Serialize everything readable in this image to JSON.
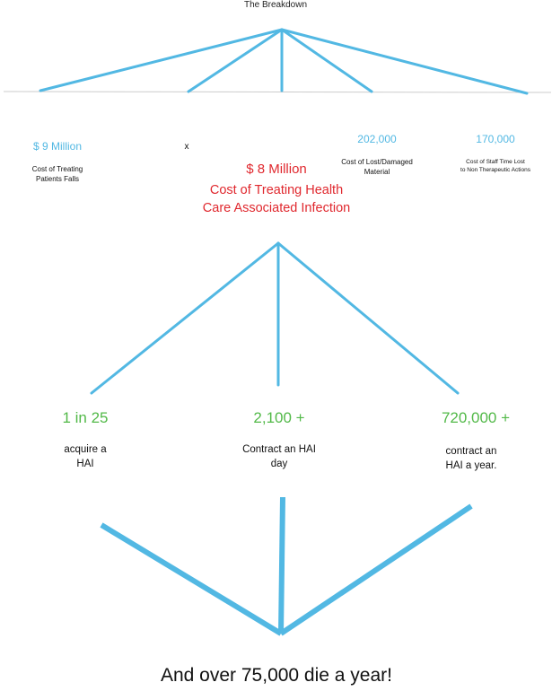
{
  "title": "The Breakdown",
  "top_costs": [
    {
      "value": "$ 9 Million",
      "label": "Cost of Treating\nPatients Falls"
    },
    {
      "value": "x",
      "label": ""
    },
    {
      "value": "202,000",
      "label": "Cost of Lost/Damaged\nMaterial"
    },
    {
      "value": "170,000",
      "label": "Cost of Staff Time Lost\nto Non Therapeutic Actions"
    }
  ],
  "center_cost": {
    "value": "$ 8 Million",
    "label_line1": "Cost of Treating Health",
    "label_line2": "Care Associated Infection"
  },
  "stats": [
    {
      "value": "1 in 25",
      "label": "acquire a\nHAI"
    },
    {
      "value": "2,100 +",
      "label": "Contract an HAI\nday"
    },
    {
      "value": "720,000 +",
      "label": "contract an\nHAI a year."
    }
  ],
  "footer": "And over 75,000 die a year!",
  "colors": {
    "line": "#52b8e3",
    "red": "#e0282e",
    "green": "#52b948",
    "gray": "#cccccc"
  }
}
